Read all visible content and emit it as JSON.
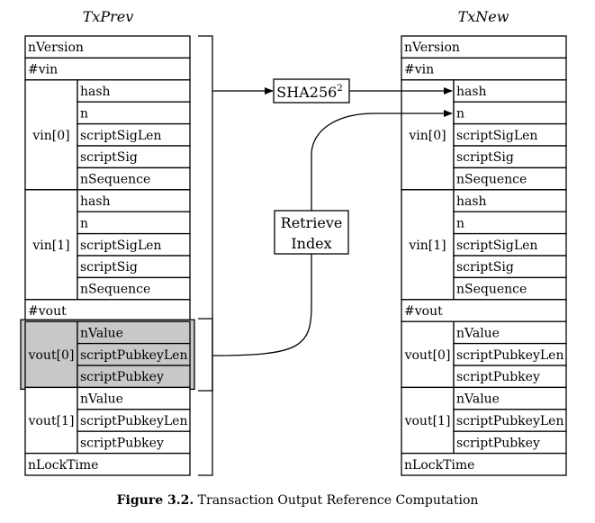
{
  "tx_prev": {
    "title": "TxPrev",
    "rows": [
      {
        "label": "nVersion"
      },
      {
        "label": "#vin"
      },
      {
        "group": "vin[0]",
        "fields": [
          "hash",
          "n",
          "scriptSigLen",
          "scriptSig",
          "nSequence"
        ]
      },
      {
        "group": "vin[1]",
        "fields": [
          "hash",
          "n",
          "scriptSigLen",
          "scriptSig",
          "nSequence"
        ]
      },
      {
        "label": "#vout"
      },
      {
        "group": "vout[0]",
        "fields": [
          "nValue",
          "scriptPubkeyLen",
          "scriptPubkey"
        ],
        "highlighted": true
      },
      {
        "group": "vout[1]",
        "fields": [
          "nValue",
          "scriptPubkeyLen",
          "scriptPubkey"
        ]
      },
      {
        "label": "nLockTime"
      }
    ]
  },
  "tx_new": {
    "title": "TxNew",
    "rows": [
      {
        "label": "nVersion"
      },
      {
        "label": "#vin"
      },
      {
        "group": "vin[0]",
        "fields": [
          "hash",
          "n",
          "scriptSigLen",
          "scriptSig",
          "nSequence"
        ]
      },
      {
        "group": "vin[1]",
        "fields": [
          "hash",
          "n",
          "scriptSigLen",
          "scriptSig",
          "nSequence"
        ]
      },
      {
        "label": "#vout"
      },
      {
        "group": "vout[0]",
        "fields": [
          "nValue",
          "scriptPubkeyLen",
          "scriptPubkey"
        ]
      },
      {
        "group": "vout[1]",
        "fields": [
          "nValue",
          "scriptPubkeyLen",
          "scriptPubkey"
        ]
      },
      {
        "label": "nLockTime"
      }
    ]
  },
  "sha_box": {
    "label": "SHA256",
    "superscript": "2"
  },
  "retrieve_box": {
    "line1": "Retrieve",
    "line2": "Index"
  },
  "caption": {
    "label": "Figure 3.2.",
    "text": "Transaction Output Reference Computation"
  },
  "colors": {
    "highlight": "#c8c8c8",
    "line": "#000000"
  }
}
